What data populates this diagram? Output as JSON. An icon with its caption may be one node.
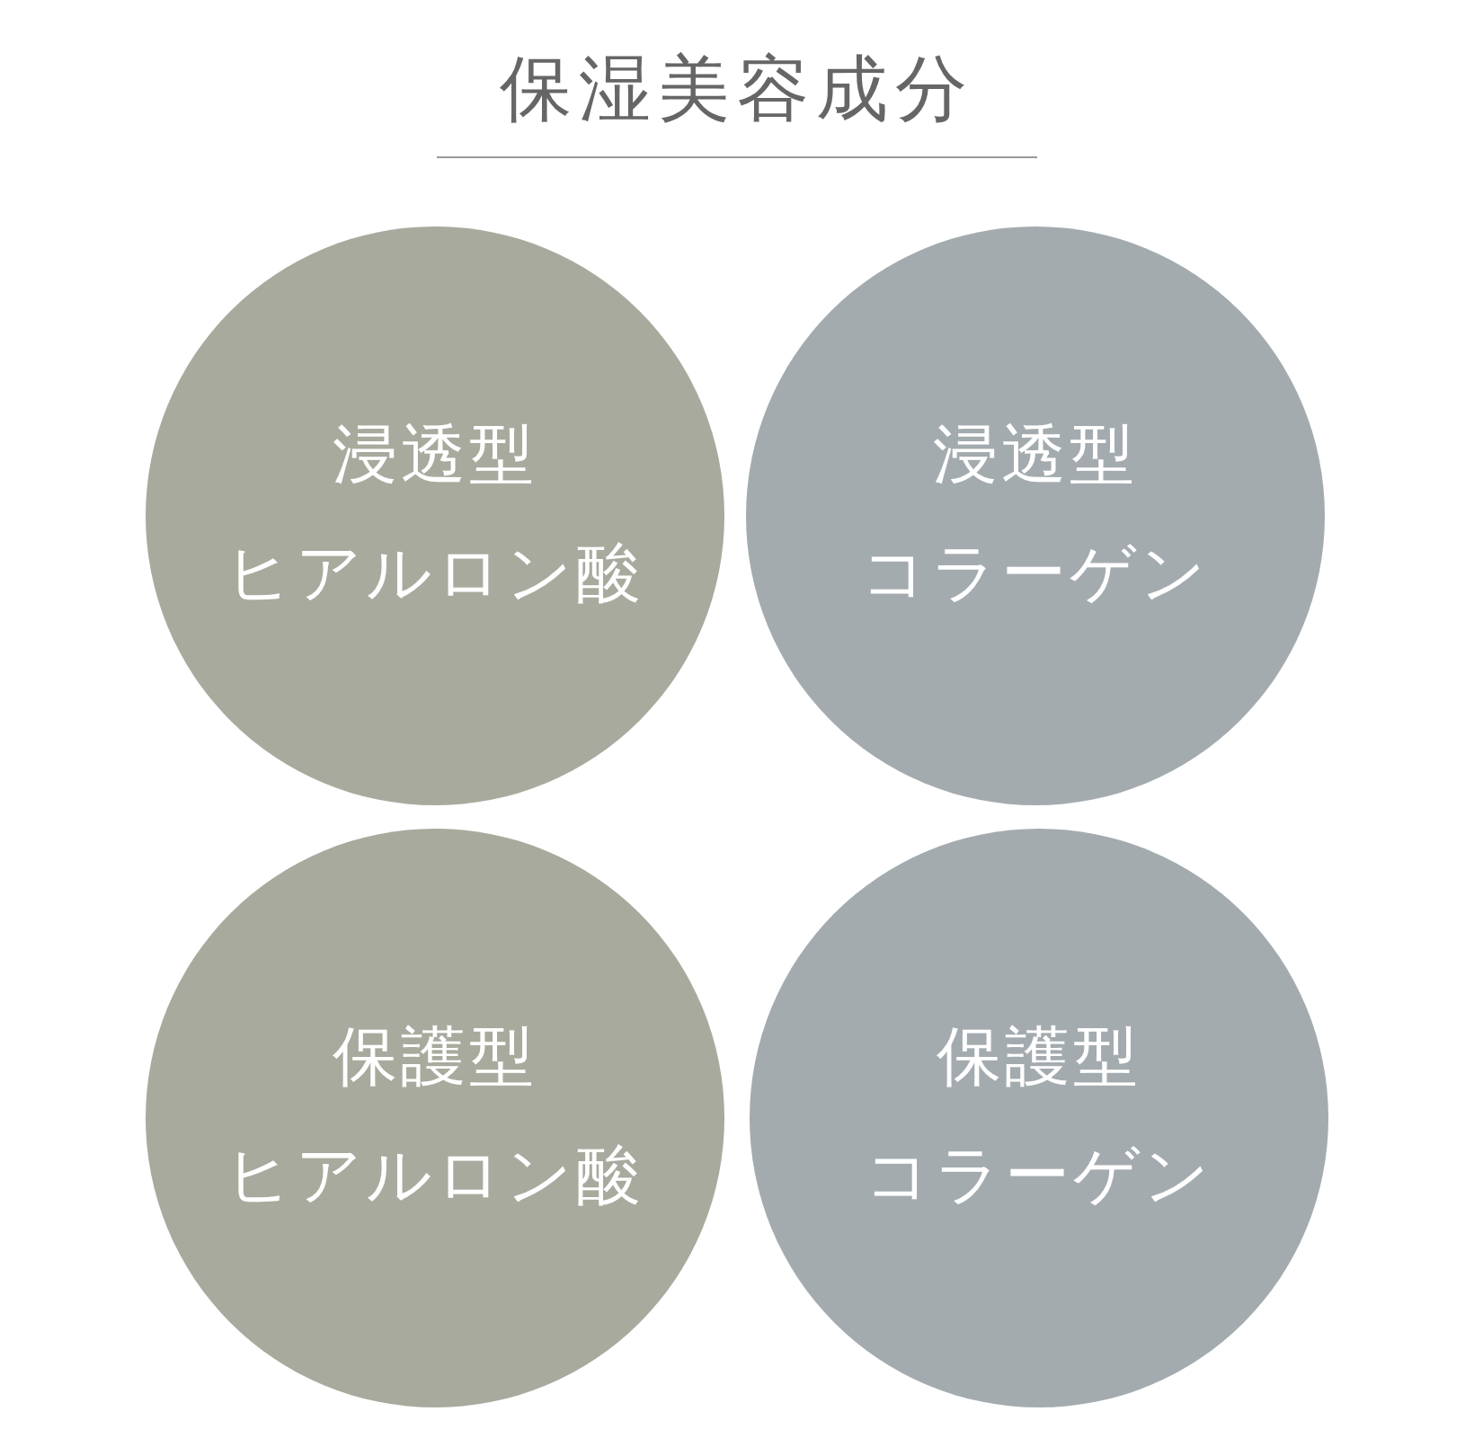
{
  "diagram": {
    "title": "保湿美容成分",
    "nodes": [
      {
        "text": [
          "浸透型",
          "ヒアルロン酸"
        ]
      },
      {
        "text": [
          "浸透型",
          "コラーゲン"
        ]
      },
      {
        "text": [
          "保護型",
          "ヒアルロン酸"
        ]
      },
      {
        "text": [
          "保護型",
          "コラーゲン"
        ]
      }
    ]
  }
}
